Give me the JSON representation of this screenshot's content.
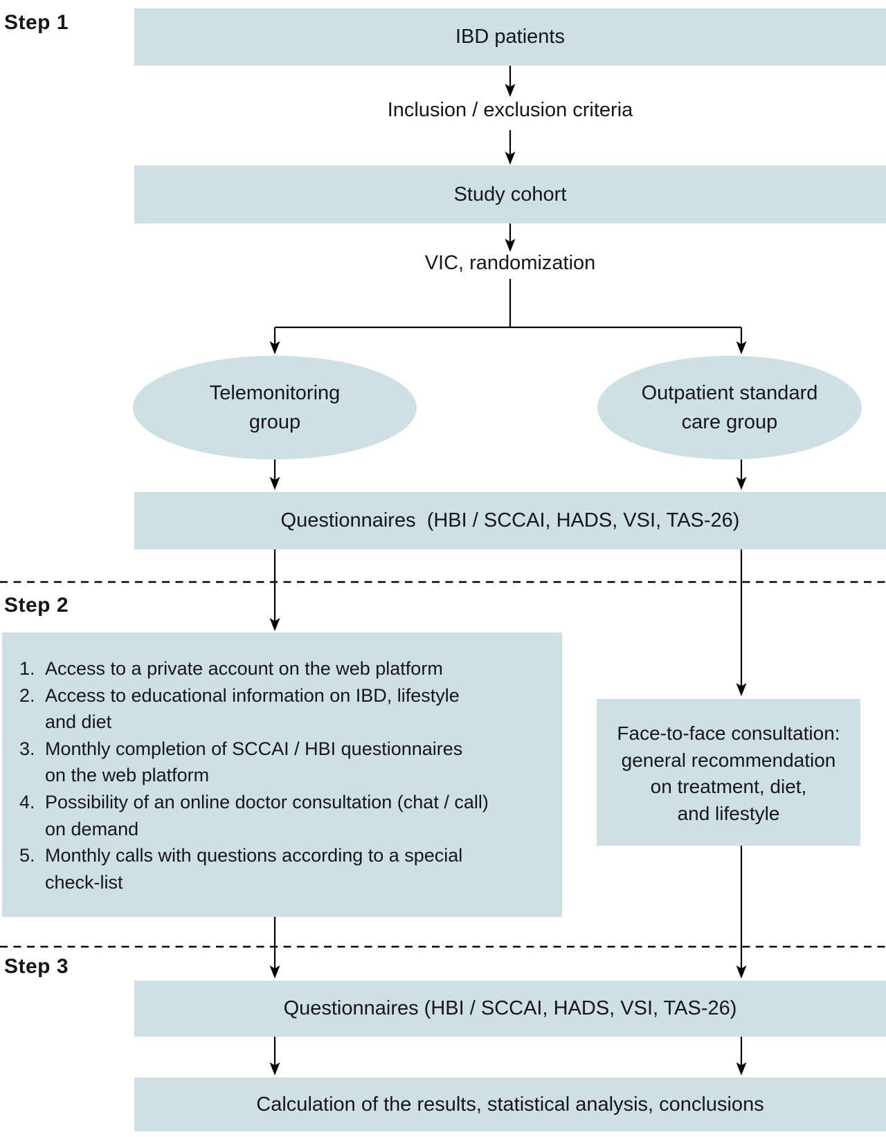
{
  "steps": [
    {
      "label": "Step 1"
    },
    {
      "label": "Step 2"
    },
    {
      "label": "Step 3"
    }
  ],
  "flow": {
    "ibd_patients": "IBD patients",
    "inclusion_exclusion": "Inclusion / exclusion criteria",
    "study_cohort": "Study cohort",
    "vic_randomization": "VIC, randomization",
    "telemonitoring_group": {
      "lines": [
        "Telemonitoring",
        "group"
      ]
    },
    "outpatient_group": {
      "lines": [
        "Outpatient standard",
        "care group"
      ]
    },
    "questionnaires_baseline": "Questionnaires  (HBI / SCCAI, HADS, VSI, TAS-26)",
    "questionnaires_final": "Questionnaires (HBI / SCCAI, HADS, VSI, TAS-26)",
    "calculation": "Calculation of the results, statistical analysis, conclusions"
  },
  "telemonitoring_activities": {
    "items": [
      {
        "num": "1.",
        "lines": [
          "Access to a private account on the web platform"
        ]
      },
      {
        "num": "2.",
        "lines": [
          "Access to educational information on IBD, lifestyle",
          "and diet"
        ]
      },
      {
        "num": "3.",
        "lines": [
          "Monthly completion of SCCAI / HBI questionnaires",
          "on the web platform"
        ]
      },
      {
        "num": "4.",
        "lines": [
          "Possibility of an online doctor consultation (chat / call)",
          "on demand"
        ]
      },
      {
        "num": "5.",
        "lines": [
          "Monthly calls with questions according to a special",
          "check-list"
        ]
      }
    ]
  },
  "face_to_face": {
    "lines": [
      "Face-to-face consultation:",
      "general recommendation",
      "on treatment, diet,",
      "and lifestyle"
    ]
  },
  "colors": {
    "box_fill": "#cedfe5",
    "text": "#161616",
    "line": "#000000"
  }
}
